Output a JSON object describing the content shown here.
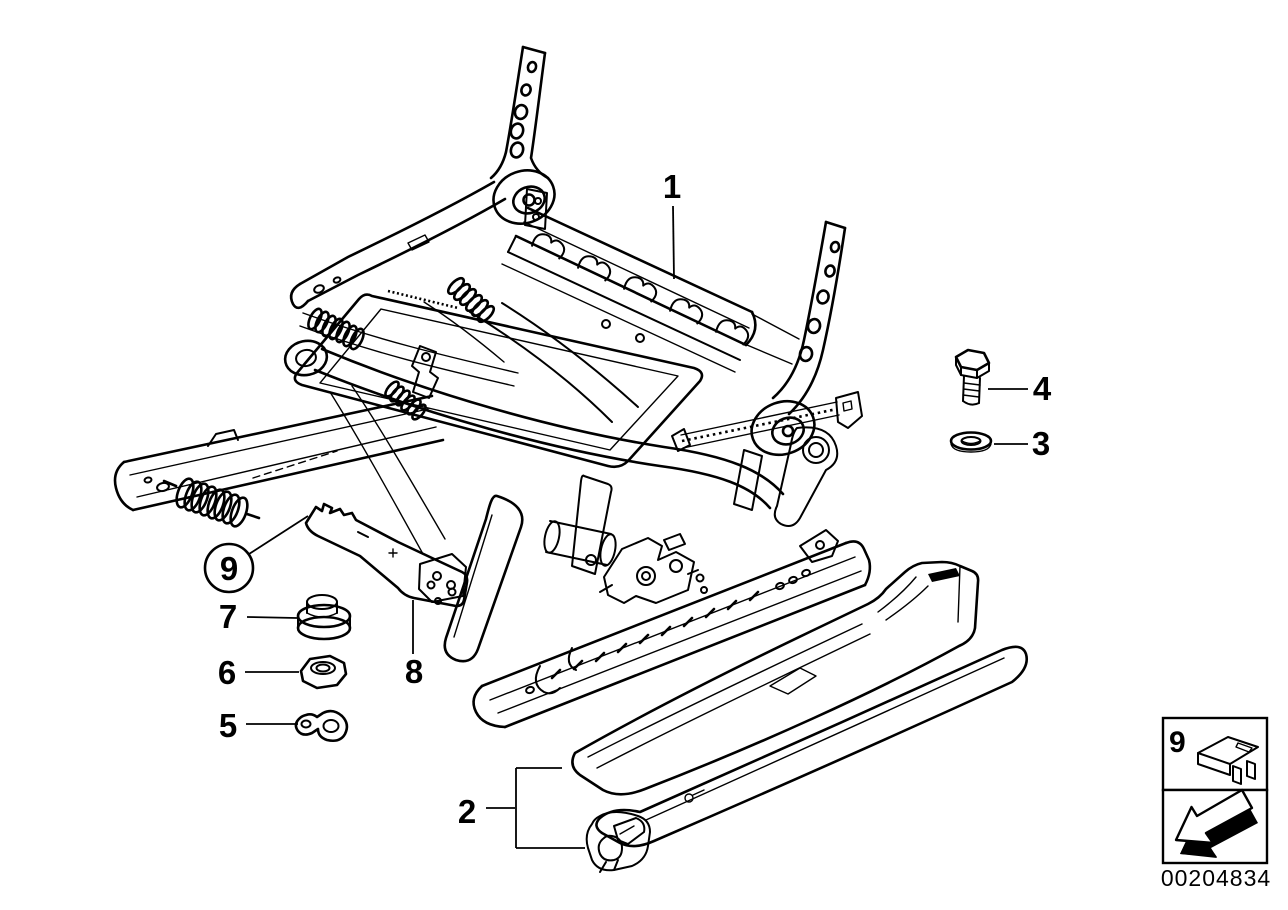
{
  "colors": {
    "background": "#ffffff",
    "ink": "#000000"
  },
  "callouts": [
    {
      "label": "1"
    },
    {
      "label": "2"
    },
    {
      "label": "3"
    },
    {
      "label": "4"
    },
    {
      "label": "5"
    },
    {
      "label": "6"
    },
    {
      "label": "7"
    },
    {
      "label": "8"
    },
    {
      "label": "9"
    }
  ],
  "legend": {
    "clip_label": "9"
  },
  "footer": {
    "document_number": "00204834"
  }
}
